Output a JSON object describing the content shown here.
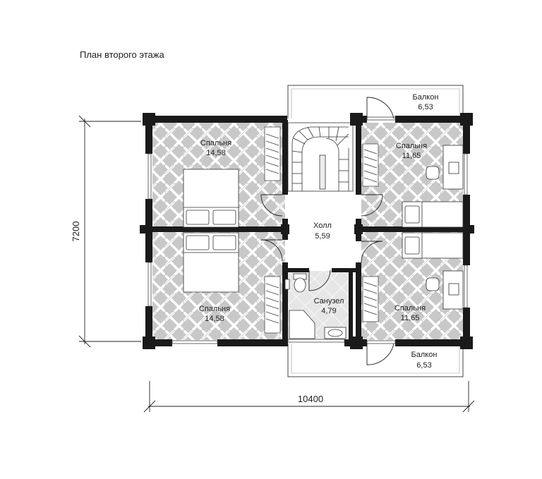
{
  "title": "План второго этажа",
  "dimensions": {
    "width": "10400",
    "height": "7200"
  },
  "rooms": {
    "bedroom_nw": {
      "name": "Спальня",
      "area": "14,58"
    },
    "bedroom_sw": {
      "name": "Спальня",
      "area": "14,58"
    },
    "bedroom_ne": {
      "name": "Спальня",
      "area": "11,65"
    },
    "bedroom_se": {
      "name": "Спальня",
      "area": "11,65"
    },
    "hall": {
      "name": "Холл",
      "area": "5,59"
    },
    "bathroom": {
      "name": "Санузел",
      "area": "4,79"
    },
    "balcony_n": {
      "name": "Балкон",
      "area": "6,53"
    },
    "balcony_s": {
      "name": "Балкон",
      "area": "6,53"
    }
  },
  "colors": {
    "wall": "#1a1a1a",
    "floor": "#c8c8c8",
    "floor_pattern": "#ffffff",
    "bath_floor": "#e4e4e4"
  }
}
